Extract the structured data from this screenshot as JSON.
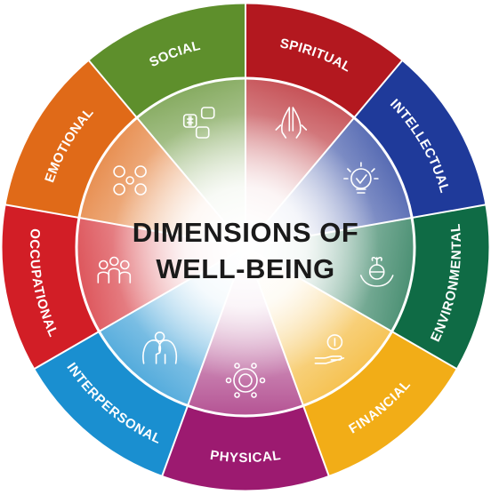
{
  "diagram": {
    "title_lines": [
      "DIMENSIONS OF",
      "WELL-BEING"
    ],
    "dimensions": [
      {
        "label": "SPIRITUAL",
        "color": "#b3181f",
        "icon": "praying-hands-icon"
      },
      {
        "label": "INTELLECTUAL",
        "color": "#1f3a9a",
        "icon": "lightbulb-icon"
      },
      {
        "label": "ENVIRONMENTAL",
        "color": "#0f6b45",
        "icon": "hands-globe-plant-icon"
      },
      {
        "label": "FINANCIAL",
        "color": "#f2ad17",
        "icon": "hand-coin-icon"
      },
      {
        "label": "PHYSICAL",
        "color": "#9c1a70",
        "icon": "molecule-network-icon"
      },
      {
        "label": "INTERPERSONAL",
        "color": "#1a8fd0",
        "icon": "heads-gears-icon"
      },
      {
        "label": "OCCUPATIONAL",
        "color": "#d21e26",
        "icon": "team-people-icon"
      },
      {
        "label": "EMOTIONAL",
        "color": "#e06a18",
        "icon": "emoji-faces-icon"
      },
      {
        "label": "SOCIAL",
        "color": "#5e8f2c",
        "icon": "social-media-icon"
      }
    ]
  }
}
